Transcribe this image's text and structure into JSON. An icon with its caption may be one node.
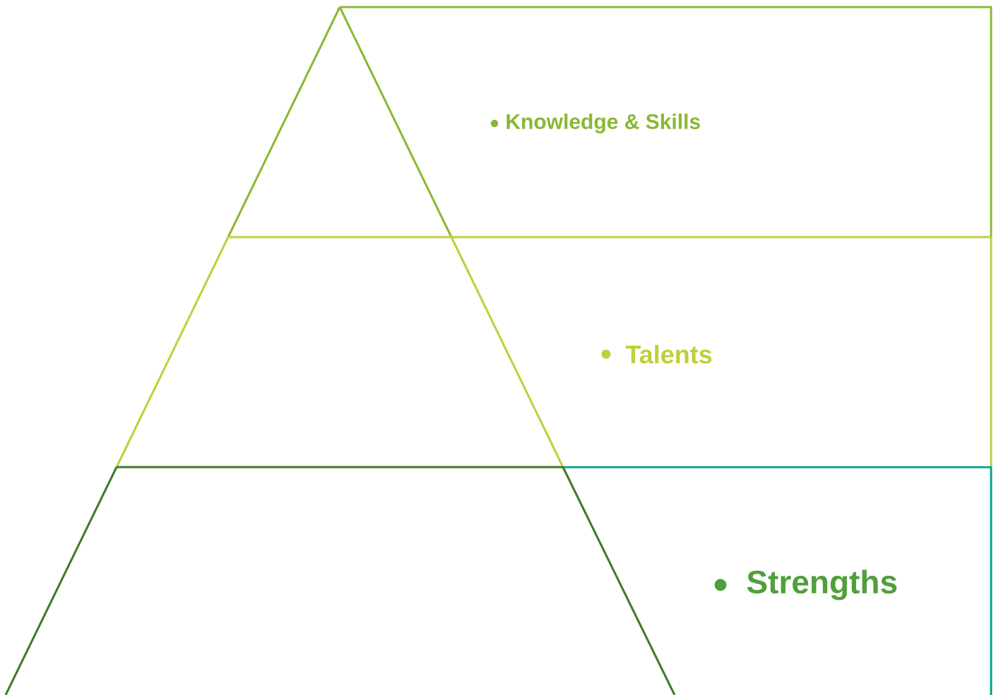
{
  "diagram": {
    "nodes": [
      {
        "text": [
          "Knowledge & Skills"
        ]
      },
      {
        "text": [
          "Talents"
        ]
      },
      {
        "text": [
          "Strengths"
        ]
      }
    ]
  }
}
